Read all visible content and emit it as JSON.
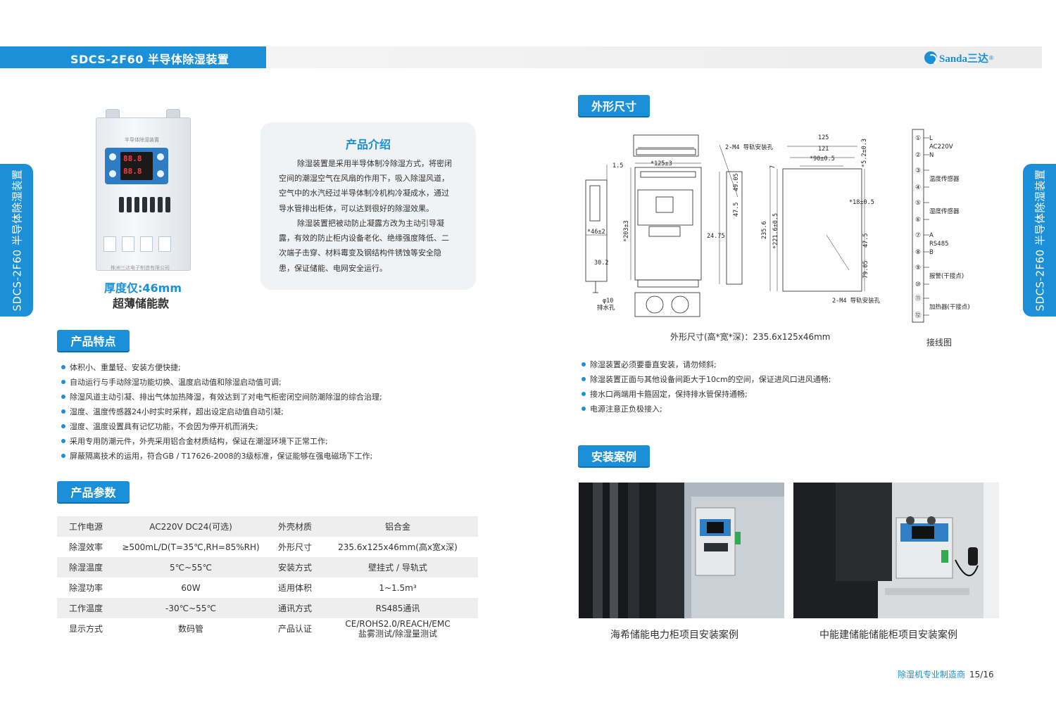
{
  "header": {
    "title": "SDCS-2F60 半导体除湿装置",
    "brand": "Sanda三达",
    "brand_mark": "®"
  },
  "side_tab": {
    "text": "SDCS-2F60 半导体除湿装置"
  },
  "device_image": {
    "panel_label": "半导体除湿装置",
    "readout_top": "88.8",
    "readout_bottom": "88.8",
    "maker": "株洲三达电子制造有限公司"
  },
  "product": {
    "thickness": "厚度仅:46mm",
    "tagline": "超薄储能款"
  },
  "intro": {
    "title": "产品介绍",
    "lines_p1": [
      "除湿装置是采用半导体制冷除湿方式，将密闭",
      "空间的潮湿空气在风扇的作用下，吸入除湿风道，",
      "空气中的水汽经过半导体制冷机构冷凝成水，通过",
      "导水管排出柜体，可以达到很好的除湿效果。"
    ],
    "lines_p2": [
      "除湿装置把被动防止凝露方改为主动引导凝",
      "露，有效的防止柜内设备老化、绝缘强度降低、二",
      "次端子击穿、材料霉变及钢结构件锈蚀等安全隐",
      "患，保证储能、电网安全运行。"
    ]
  },
  "features": {
    "title": "产品特点",
    "items": [
      "体积小、重量轻、安装方便快捷;",
      "自动运行与手动除湿功能切换、温度启动值和除湿启动值可调;",
      "除湿风道主动引凝、排出气体加热降湿，有效达到了对电气柜密闭空间防潮除湿的综合治理;",
      "湿度、温度传感器24小时实时采样，超出设定启动值自动引凝;",
      "湿度、温度设置具有记忆功能，不会因为停开机而消失;",
      "采用专用防潮元件，外壳采用铝合金材质结构，保证在潮湿环境下正常工作;",
      "屏蔽隔离技术的运用，符合GB / T17626-2008的3级标准，保证能够在强电磁场下工作;"
    ]
  },
  "params": {
    "title": "产品参数",
    "rows": [
      {
        "k1": "工作电源",
        "v1": "AC220V DC24(可选)",
        "k2": "外壳材质",
        "v2": "铝合金",
        "v2b": ""
      },
      {
        "k1": "除湿效率",
        "v1": "≥500mL/D(T=35℃,RH=85%RH)",
        "k2": "外形尺寸",
        "v2": "235.6x125x46mm(高x宽x深)",
        "v2b": ""
      },
      {
        "k1": "除湿温度",
        "v1": "5℃~55℃",
        "k2": "安装方式",
        "v2": "壁挂式 / 导轨式",
        "v2b": ""
      },
      {
        "k1": "除湿功率",
        "v1": "60W",
        "k2": "适用体积",
        "v2": "1~1.5m³",
        "v2b": ""
      },
      {
        "k1": "工作温度",
        "v1": "-30℃~55℃",
        "k2": "通讯方式",
        "v2": "RS485通讯",
        "v2b": ""
      },
      {
        "k1": "显示方式",
        "v1": "数码管",
        "k2": "产品认证",
        "v2": "CE/ROHS2.0/REACH/EMC",
        "v2b": "盐雾测试/除湿量测试"
      }
    ]
  },
  "dimensions": {
    "title": "外形尺寸",
    "caption": "外形尺寸(高*宽*深)：235.6x125x46mm",
    "labels": {
      "d125x": "*125±3",
      "d15": "1.5",
      "d46": "*46±2",
      "d203": "*203±3",
      "d302": "30.2",
      "d10": "φ10",
      "drain": "排水孔",
      "rail1": "2-M4 导轨安装孔",
      "rail2": "2-M4 导轨安装孔",
      "d125": "125",
      "d121": "121",
      "d90": "*90±0.5",
      "d52": "*5.2±0.3",
      "d7": "7",
      "d18": "*18±0.5",
      "d4905": "49.05",
      "d475a": "47.5",
      "d2475": "24.75",
      "d2356": "235.6",
      "d2216": "*221.6±0.5",
      "d475b": "47.5",
      "d7905": "79.05"
    },
    "wiring_caption": "接线图",
    "wiring": [
      {
        "n": "①",
        "label": "L"
      },
      {
        "n": "",
        "label": "AC220V"
      },
      {
        "n": "②",
        "label": "N"
      },
      {
        "n": "③",
        "label": ""
      },
      {
        "n": "",
        "label": "温度传感器"
      },
      {
        "n": "④",
        "label": ""
      },
      {
        "n": "⑤",
        "label": ""
      },
      {
        "n": "",
        "label": "湿度传感器"
      },
      {
        "n": "⑥",
        "label": ""
      },
      {
        "n": "⑦",
        "label": "A"
      },
      {
        "n": "",
        "label": "RS485"
      },
      {
        "n": "⑧",
        "label": "B"
      },
      {
        "n": "⑨",
        "label": ""
      },
      {
        "n": "",
        "label": "报警(干接点)"
      },
      {
        "n": "⑩",
        "label": ""
      },
      {
        "n": "⑪",
        "label": ""
      },
      {
        "n": "",
        "label": "加热器(干接点)"
      },
      {
        "n": "⑫",
        "label": ""
      }
    ]
  },
  "notes": {
    "items": [
      "除湿装置必须要垂直安装，请勿倾斜;",
      "除湿装置正面与其他设备间距大于10cm的空间，保证进风口进风通畅;",
      "接水口两端用卡箍固定，保持排水管保持通畅;",
      "电源注意正负极接入;"
    ]
  },
  "cases": {
    "title": "安装案例",
    "items": [
      {
        "caption": "海希储能电力柜项目安装案例"
      },
      {
        "caption": "中能建储能储能柜项目安装案例"
      }
    ]
  },
  "footer": {
    "text": "除湿机专业制造商",
    "page": "15/16"
  },
  "colors": {
    "accent": "#1b8fd8",
    "table_stripe": "#eeeeee"
  }
}
